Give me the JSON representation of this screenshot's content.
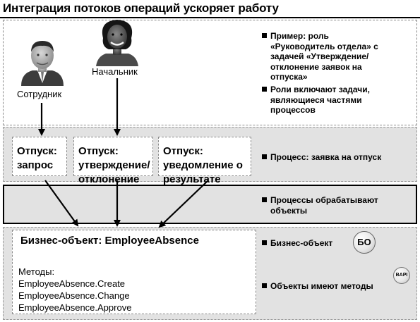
{
  "title": "Интеграция потоков операций ускоряет работу",
  "people": {
    "employee": {
      "label": "Сотрудник",
      "icon": "employee-portrait-icon"
    },
    "manager": {
      "label": "Начальник",
      "icon": "manager-portrait-icon"
    }
  },
  "roles_bullets": [
    [
      "Пример: роль",
      "«Руководитель отдела» с",
      "задачей «Утверждение/",
      "отклонение заявок на",
      "отпуска»"
    ],
    [
      "Роли включают задачи,",
      "являющиеся частями",
      "процессов"
    ]
  ],
  "steps": [
    {
      "lines": [
        "Отпуск:",
        "запрос"
      ]
    },
    {
      "lines": [
        "Отпуск:",
        "утверждение/",
        "отклонение"
      ]
    },
    {
      "lines": [
        "Отпуск:",
        "уведомление о",
        "результате"
      ]
    }
  ],
  "process_bullet": "Процесс: заявка на отпуск",
  "objects_bullet": [
    "Процессы обрабатывают",
    "объекты"
  ],
  "business_object": {
    "title": "Бизнес-объект: EmployeeAbsence",
    "methods_label": "Методы:",
    "methods": [
      "EmployeeAbsence.Create",
      "EmployeeAbsence.Change",
      "EmployeeAbsence.Approve"
    ]
  },
  "bo_bullet": "Бизнес-объект",
  "bo_badge": "БО",
  "methods_bullet": "Объекты имеют методы",
  "bapi_badge": "BAPI"
}
